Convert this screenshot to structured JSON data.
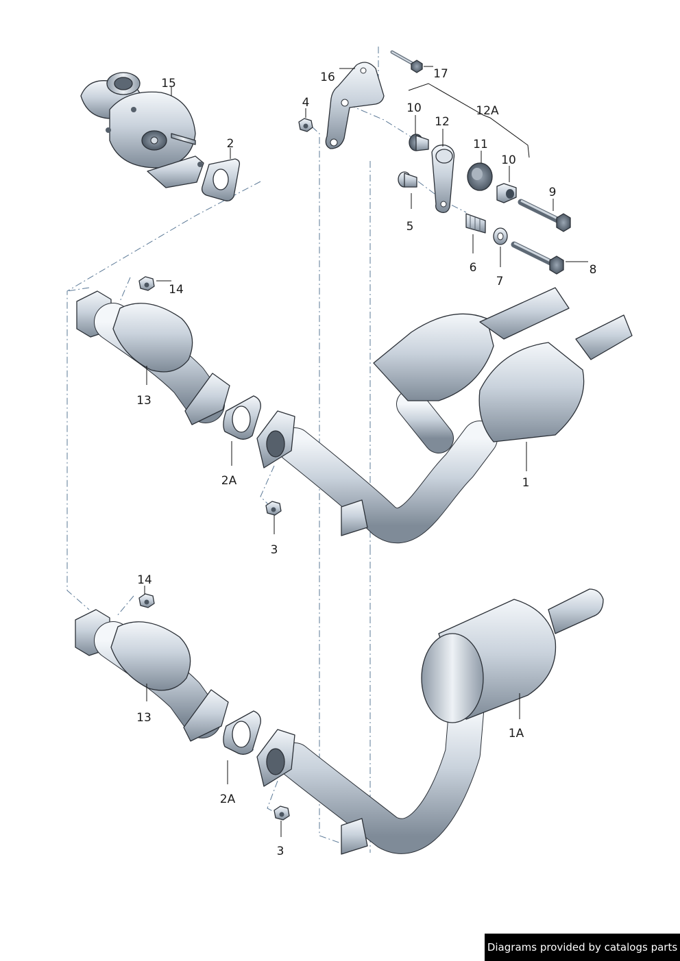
{
  "callouts": {
    "c15": "15",
    "c2": "2",
    "c4": "4",
    "c16": "16",
    "c17": "17",
    "c10a": "10",
    "c12": "12",
    "c12a": "12A",
    "c11": "11",
    "c10b": "10",
    "c9": "9",
    "c5": "5",
    "c6": "6",
    "c7": "7",
    "c8": "8",
    "c14a": "14",
    "c13a": "13",
    "c2a": "2A",
    "c3a": "3",
    "c1": "1",
    "c14b": "14",
    "c13b": "13",
    "c2b": "2A",
    "c3b": "3",
    "c1a": "1A"
  },
  "footer": {
    "credit": "Diagrams provided by catalogs parts"
  }
}
